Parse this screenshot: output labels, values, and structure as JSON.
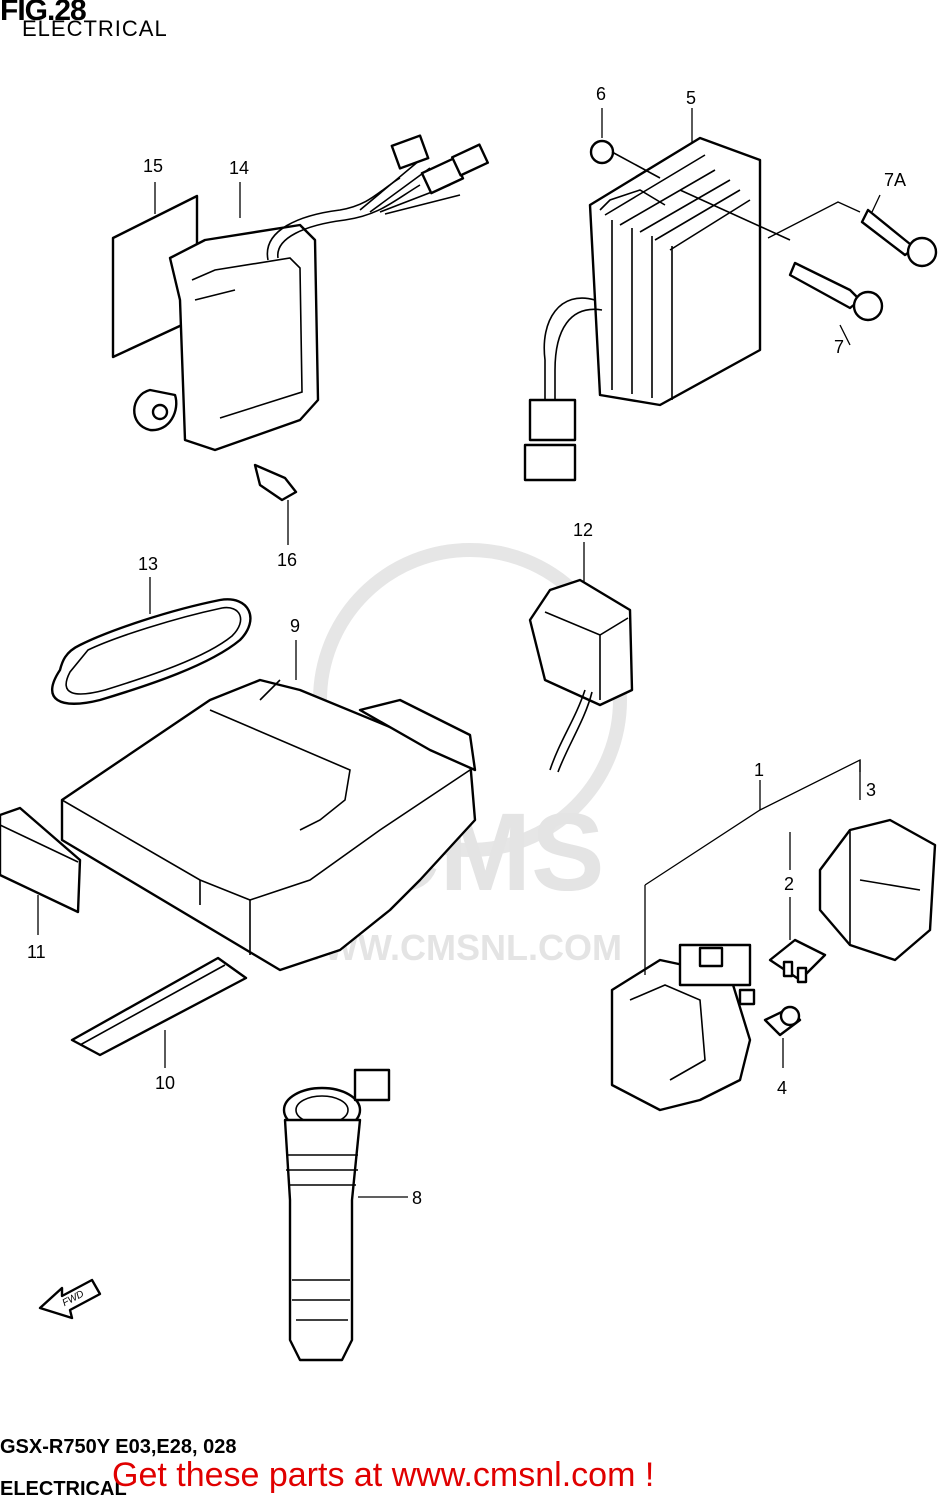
{
  "header": {
    "figure": "FIG.28",
    "subtitle": "ELECTRICAL"
  },
  "footer": {
    "model": "GSX-R750Y E03,E28, 028",
    "section": "ELECTRICAL"
  },
  "cta": "Get these parts at www.cmsnl.com !",
  "watermark": {
    "brand": "CMS",
    "url": "WWW.CMSNL.COM"
  },
  "fwd_arrow": "FWD",
  "parts": {
    "p1": "1",
    "p2": "2",
    "p3": "3",
    "p4": "4",
    "p5": "5",
    "p6": "6",
    "p7": "7",
    "p7a": "7A",
    "p8": "8",
    "p9": "9",
    "p10": "10",
    "p11": "11",
    "p12": "12",
    "p13": "13",
    "p14": "14",
    "p15": "15",
    "p16": "16"
  },
  "colors": {
    "cta": "#e00000",
    "line": "#000000",
    "watermark": "#e4e4e4"
  }
}
